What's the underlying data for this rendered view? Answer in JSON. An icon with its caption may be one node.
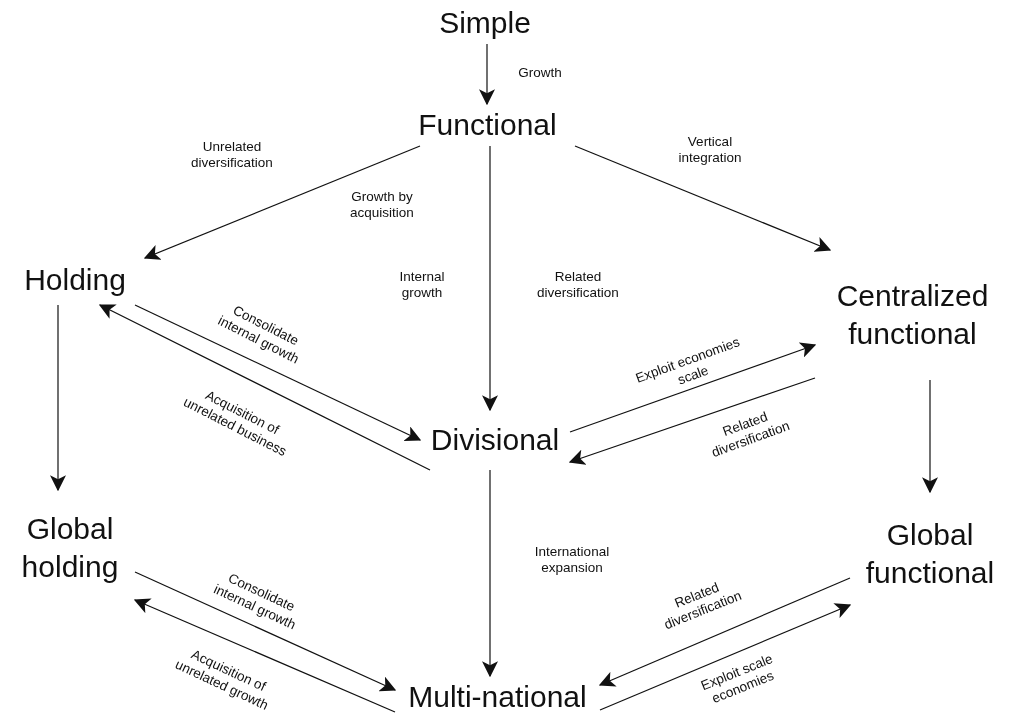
{
  "diagram": {
    "nodes": [
      {
        "text": [
          "Simple"
        ]
      },
      {
        "text": [
          "Functional"
        ]
      },
      {
        "text": [
          "Holding"
        ]
      },
      {
        "text": [
          "Centralized functional"
        ]
      },
      {
        "text": [
          "Divisional"
        ]
      },
      {
        "text": [
          "Global holding"
        ]
      },
      {
        "text": [
          "Global functional"
        ]
      },
      {
        "text": [
          "Multi-national"
        ]
      }
    ],
    "edges": [
      {
        "from": 0,
        "to": 1,
        "arrow": "to",
        "label": "Growth"
      },
      {
        "from": 1,
        "to": 2,
        "arrow": "to",
        "label": "Unrelated diversification"
      },
      {
        "from": 1,
        "to": 3,
        "arrow": "to",
        "label": "Vertical integration"
      },
      {
        "from": 1,
        "to": 4,
        "arrow": "to",
        "label": "Internal growth"
      },
      {
        "from": 2,
        "to": 4,
        "arrow": "to",
        "label": "Consolidate internal growth"
      },
      {
        "from": 4,
        "to": 2,
        "arrow": "to",
        "label": "Acquisition of unrelated business"
      },
      {
        "from": 4,
        "to": 3,
        "arrow": "to",
        "label": "Exploit economies scale"
      },
      {
        "from": 3,
        "to": 4,
        "arrow": "to",
        "label": "Related diversification"
      },
      {
        "from": 2,
        "to": 5,
        "arrow": "to"
      },
      {
        "from": 3,
        "to": 6,
        "arrow": "to"
      },
      {
        "from": 4,
        "to": 7,
        "arrow": "to",
        "label": "International expansion"
      },
      {
        "from": 5,
        "to": 7,
        "arrow": "to",
        "label": "Consolidate internal growth"
      },
      {
        "from": 7,
        "to": 5,
        "arrow": "to",
        "label": "Acquisition of unrelated growth"
      },
      {
        "from": 6,
        "to": 7,
        "arrow": "to",
        "label": "Related diversification"
      },
      {
        "from": 7,
        "to": 6,
        "arrow": "to",
        "label": "Exploit scale economies"
      }
    ],
    "labels": [
      "Growth by acquisition",
      "Related diversification"
    ]
  }
}
